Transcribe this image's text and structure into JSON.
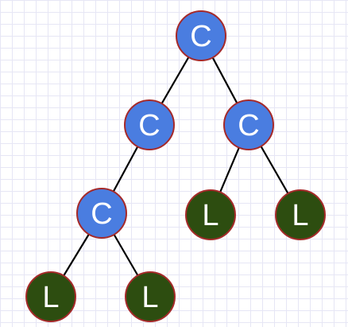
{
  "colors": {
    "composite_fill": "#4a7de0",
    "leaf_fill": "#2d4d10",
    "node_stroke": "#a52a2a",
    "edge": "#000000",
    "grid": "#e6e6f5"
  },
  "tree": {
    "nodes": [
      {
        "id": "root",
        "label": "C",
        "kind": "composite"
      },
      {
        "id": "c1",
        "label": "C",
        "kind": "composite"
      },
      {
        "id": "c2",
        "label": "C",
        "kind": "composite"
      },
      {
        "id": "c3",
        "label": "C",
        "kind": "composite"
      },
      {
        "id": "l1",
        "label": "L",
        "kind": "leaf"
      },
      {
        "id": "l2",
        "label": "L",
        "kind": "leaf"
      },
      {
        "id": "l3",
        "label": "L",
        "kind": "leaf"
      },
      {
        "id": "l4",
        "label": "L",
        "kind": "leaf"
      }
    ],
    "edges": [
      {
        "from": "root",
        "to": "c1"
      },
      {
        "from": "root",
        "to": "c2"
      },
      {
        "from": "c1",
        "to": "c3"
      },
      {
        "from": "c2",
        "to": "l1"
      },
      {
        "from": "c2",
        "to": "l2"
      },
      {
        "from": "c3",
        "to": "l3"
      },
      {
        "from": "c3",
        "to": "l4"
      }
    ]
  }
}
